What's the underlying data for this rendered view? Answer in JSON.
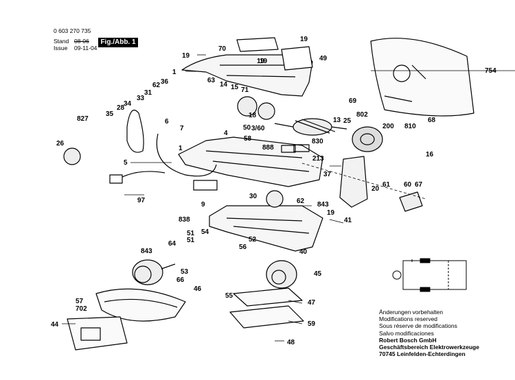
{
  "header": {
    "part_number": "0 603 270 735",
    "stand_label": "Stand",
    "issue_label": "Issue",
    "stand_value": "08-06",
    "issue_value": "09-11-04",
    "figure_label": "Fig./Abb. 1"
  },
  "notes": {
    "lines": [
      "Änderungen vorbehalten",
      "Modifications reserved",
      "Sous réserve de modifications",
      "Salvo modificaciones"
    ],
    "company": "Robert Bosch GmbH",
    "division": "Geschäftsbereich Elektrowerkzeuge",
    "address": "70745 Leinfelden-Echterdingen"
  },
  "callouts": [
    "19",
    "70",
    "19",
    "49",
    "1",
    "19",
    "754",
    "63",
    "14",
    "15",
    "71",
    "62",
    "36",
    "31",
    "33",
    "34",
    "28",
    "35",
    "827",
    "26",
    "69",
    "802",
    "18",
    "13",
    "25",
    "19",
    "7",
    "6",
    "4",
    "50",
    "3/60",
    "200",
    "810",
    "68",
    "830",
    "58",
    "1",
    "888",
    "213",
    "16",
    "5",
    "37",
    "20",
    "61",
    "60",
    "67",
    "97",
    "9",
    "30",
    "62",
    "843",
    "838",
    "19",
    "41",
    "51",
    "51",
    "64",
    "54",
    "56",
    "52",
    "843",
    "40",
    "53",
    "66",
    "46",
    "45",
    "55",
    "57",
    "702",
    "47",
    "44",
    "59",
    "48"
  ]
}
